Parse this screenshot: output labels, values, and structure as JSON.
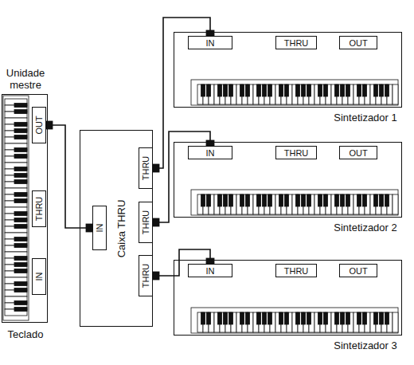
{
  "diagram": {
    "nodes": [
      {
        "text": [
          "Unidade mestre",
          "Teclado"
        ]
      },
      {
        "text": [
          "OUT"
        ],
        "in": 0
      },
      {
        "text": [
          "THRU"
        ],
        "in": 0
      },
      {
        "text": [
          "IN"
        ],
        "in": 0
      },
      {
        "text": [
          "Caixa THRU"
        ]
      },
      {
        "text": [
          "IN"
        ],
        "in": 4
      },
      {
        "text": [
          "THRU"
        ],
        "in": 4
      },
      {
        "text": [
          "THRU"
        ],
        "in": 4
      },
      {
        "text": [
          "THRU"
        ],
        "in": 4
      },
      {
        "text": [
          "Sintetizador 1"
        ]
      },
      {
        "text": [
          "IN"
        ],
        "in": 9
      },
      {
        "text": [
          "THRU"
        ],
        "in": 9
      },
      {
        "text": [
          "OUT"
        ],
        "in": 9
      },
      {
        "text": [
          "Sintetizador 2"
        ]
      },
      {
        "text": [
          "IN"
        ],
        "in": 13
      },
      {
        "text": [
          "THRU"
        ],
        "in": 13
      },
      {
        "text": [
          "OUT"
        ],
        "in": 13
      },
      {
        "text": [
          "Sintetizador 3"
        ]
      },
      {
        "text": [
          "IN"
        ],
        "in": 17
      },
      {
        "text": [
          "THRU"
        ],
        "in": 17
      },
      {
        "text": [
          "OUT"
        ],
        "in": 17
      }
    ],
    "edges": [
      {
        "from": 1,
        "to": 5,
        "arrow": "none"
      },
      {
        "from": 6,
        "to": 10,
        "arrow": "none"
      },
      {
        "from": 7,
        "to": 14,
        "arrow": "none"
      },
      {
        "from": 8,
        "to": 18,
        "arrow": "none"
      }
    ]
  }
}
